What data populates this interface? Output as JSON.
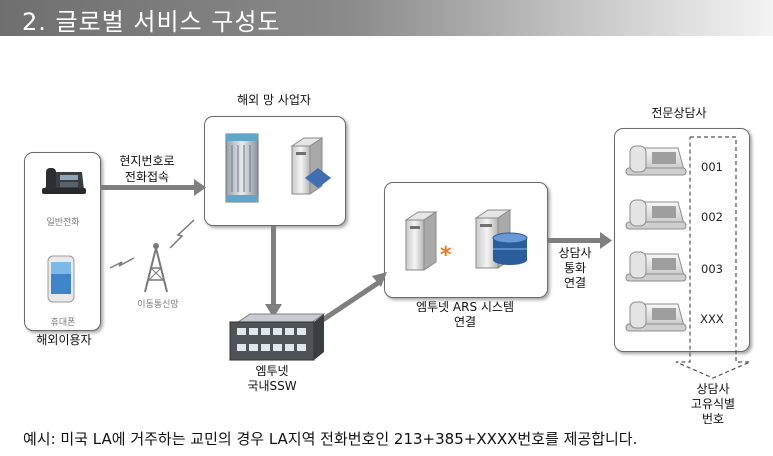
{
  "header": {
    "title": "2. 글로벌 서비스 구성도"
  },
  "user": {
    "phone_label": "일반전화",
    "mobile_label": "휴대폰",
    "mobile_network_label": "이동통신망",
    "title": "해외이용자"
  },
  "arrow_local_label": [
    "현지번호로",
    "전화접속"
  ],
  "overseas": {
    "title": "해외 망 사업자"
  },
  "ssw": {
    "label": [
      "엠투넷",
      "국내SSW"
    ]
  },
  "ars": {
    "label": [
      "엠투넷 ARS 시스템",
      "연결"
    ]
  },
  "connect_label": [
    "상담사",
    "통화",
    "연결"
  ],
  "counselors": {
    "title": "전문상담사",
    "ids": [
      "001",
      "002",
      "003",
      "XXX"
    ],
    "bottom_label": [
      "상담사",
      "고유식별",
      "번호"
    ]
  },
  "footer": {
    "text": "예시: 미국 LA에 거주하는 교민의 경우 LA지역 전화번호인  213+385+XXXX번호를 제공합니다."
  },
  "colors": {
    "header_dark": "#6f6f6f",
    "asterisk": "#f07a1d",
    "database": "#2a5d9c",
    "arrow": "#7f7f7f"
  }
}
